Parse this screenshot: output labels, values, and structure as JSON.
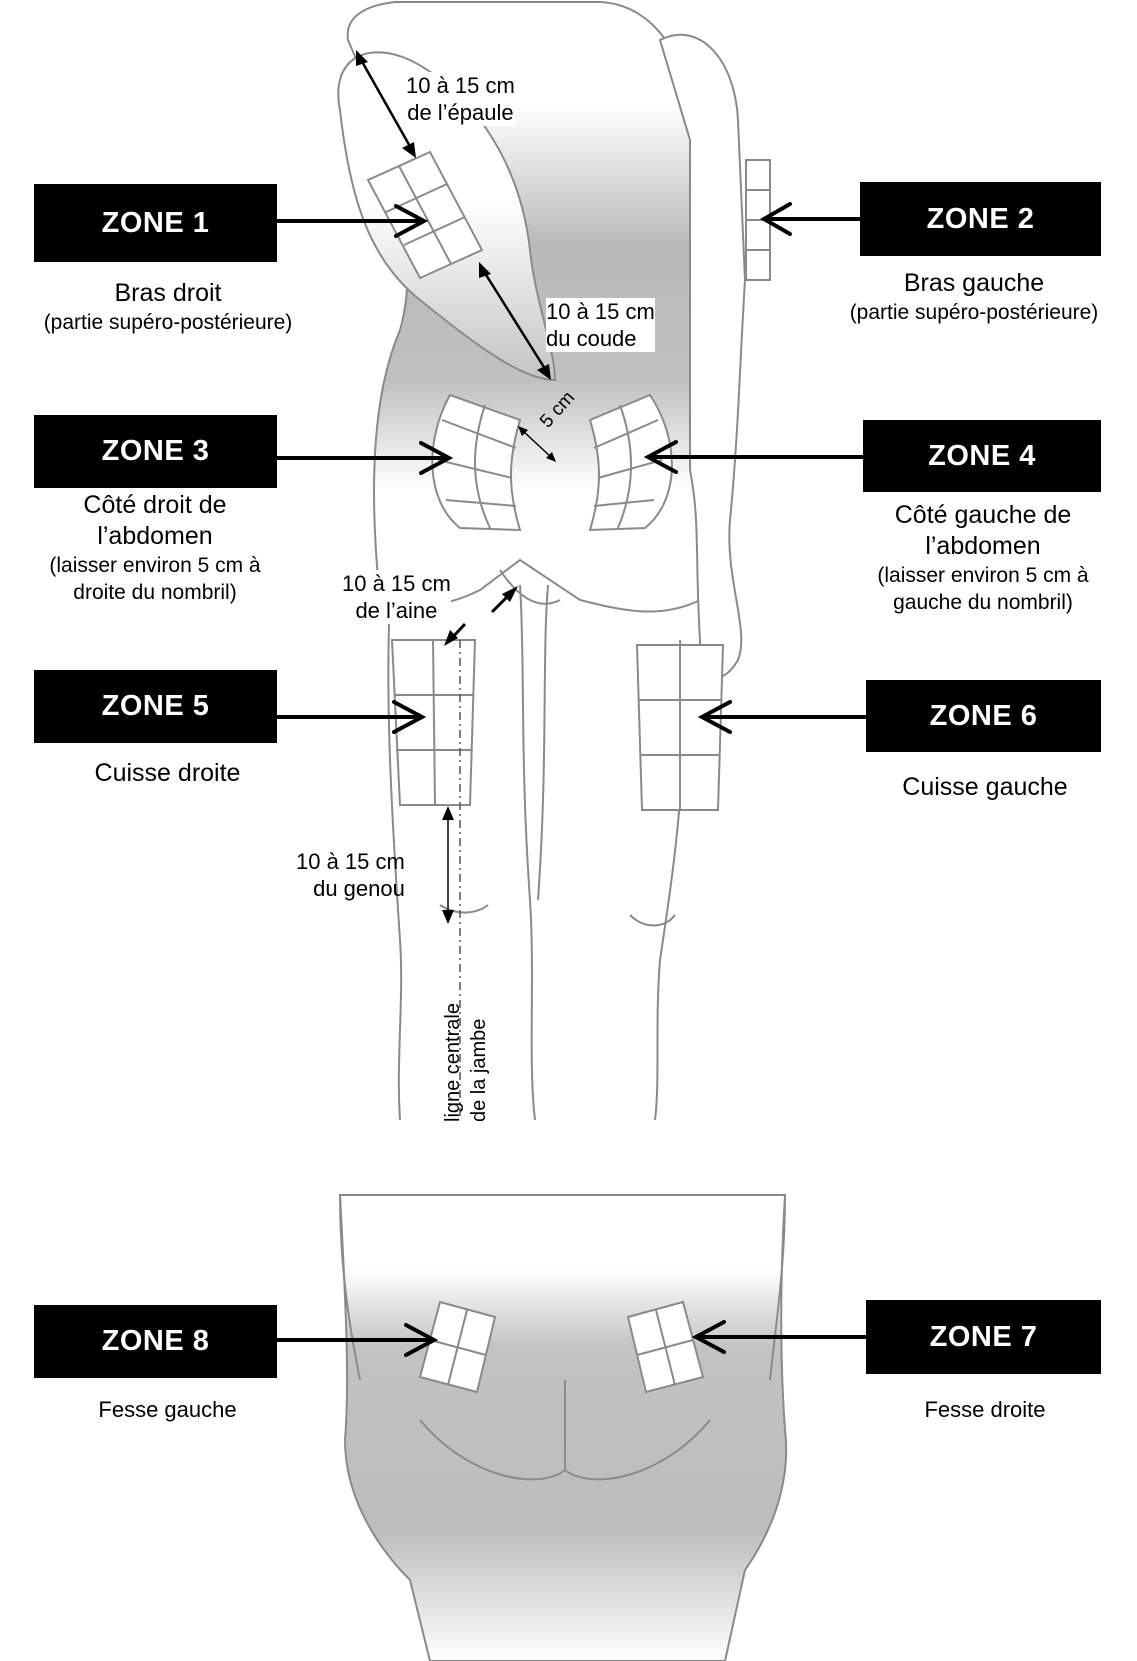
{
  "zones": [
    {
      "id": "1",
      "label": "ZONE 1",
      "title": "Bras droit",
      "note": "(partie supéro-postérieure)"
    },
    {
      "id": "2",
      "label": "ZONE 2",
      "title": "Bras gauche",
      "note": "(partie supéro-postérieure)"
    },
    {
      "id": "3",
      "label": "ZONE 3",
      "title_line1": "Côté droit de",
      "title_line2": "l’abdomen",
      "note_line1": "(laisser environ 5 cm à",
      "note_line2": "droite du nombril)"
    },
    {
      "id": "4",
      "label": "ZONE 4",
      "title_line1": "Côté gauche de",
      "title_line2": "l’abdomen",
      "note_line1": "(laisser environ 5 cm à",
      "note_line2": "gauche du nombril)"
    },
    {
      "id": "5",
      "label": "ZONE 5",
      "title": "Cuisse droite"
    },
    {
      "id": "6",
      "label": "ZONE 6",
      "title": "Cuisse gauche"
    },
    {
      "id": "7",
      "label": "ZONE 7",
      "title": "Fesse droite"
    },
    {
      "id": "8",
      "label": "ZONE 8",
      "title": "Fesse gauche"
    }
  ],
  "measurements": {
    "shoulder_line1": "10 à 15 cm",
    "shoulder_line2": "de l’épaule",
    "elbow_line1": "10 à 15 cm",
    "elbow_line2": "du coude",
    "navel": "5 cm",
    "groin_line1": "10 à 15 cm",
    "groin_line2": "de l’aine",
    "knee_line1": "10 à 15 cm",
    "knee_line2": "du genou",
    "leg_center_line1": "ligne centrale",
    "leg_center_line2": "de la jambe"
  },
  "colors": {
    "zone_box": "#000000",
    "zone_text": "#ffffff",
    "body_outline": "#8a8a8a",
    "body_shade": "#b5b5b5",
    "injection_grid": "#ffffff"
  }
}
